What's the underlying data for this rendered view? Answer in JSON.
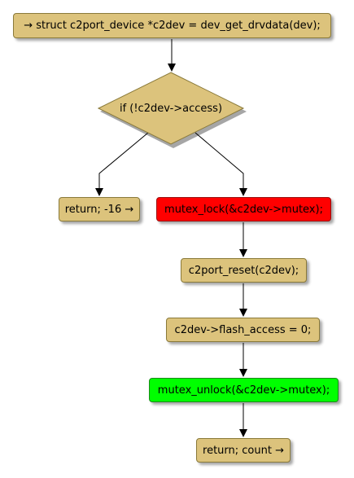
{
  "colors": {
    "box_fill": "#dcc37c",
    "lock_fill": "#ff0000",
    "unlock_fill": "#00ff00",
    "edge": "#000000"
  },
  "nodes": {
    "start": "→ struct c2port_device *c2dev = dev_get_drvdata(dev);",
    "decision": "if (!c2dev->access)",
    "return_error": "return; -16 →",
    "mutex_lock": "mutex_lock(&c2dev->mutex);",
    "reset": "c2port_reset(c2dev);",
    "flash_access": "c2dev->flash_access = 0;",
    "mutex_unlock": "mutex_unlock(&c2dev->mutex);",
    "return_count": "return; count →"
  }
}
